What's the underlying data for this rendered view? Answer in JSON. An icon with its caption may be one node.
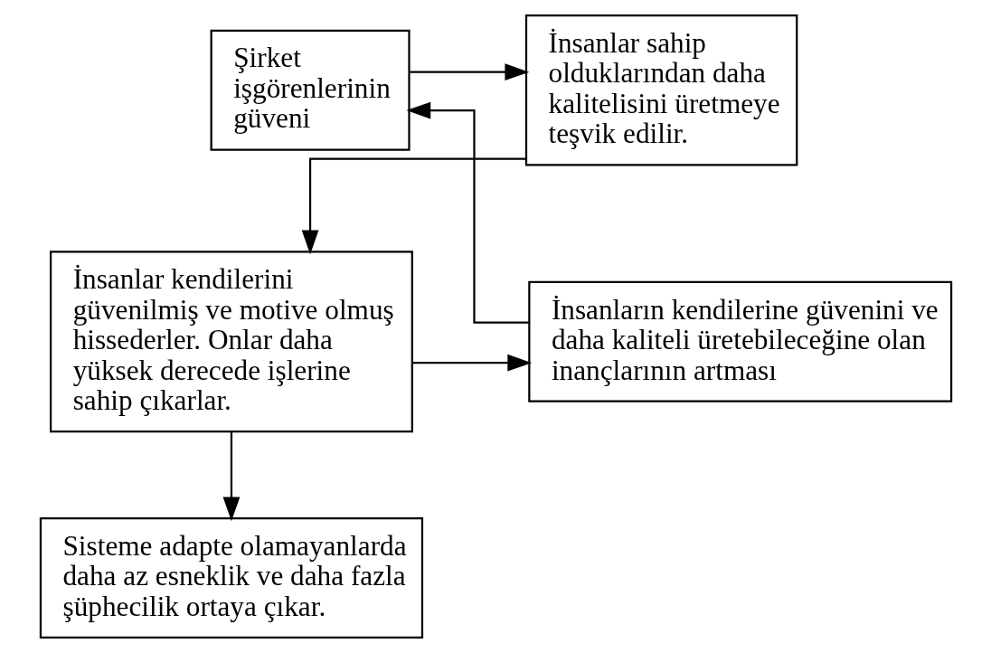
{
  "diagram": {
    "nodes": [
      {
        "text": [
          "Şirket işgörenlerinin güveni"
        ]
      },
      {
        "text": [
          "İnsanlar sahip olduklarından daha kalitelisini üretmeye teşvik edilir."
        ]
      },
      {
        "text": [
          "İnsanlar kendilerini güvenilmiş ve motive olmuş hissederler. Onlar daha yüksek derecede işlerine sahip çıkarlar."
        ]
      },
      {
        "text": [
          "İnsanların kendilerine güvenini ve daha kaliteli üretebileceğine olan inançlarının artması"
        ]
      },
      {
        "text": [
          "Sisteme adapte olamayanlarda daha az esneklik ve daha fazla şüphecilik ortaya çıkar."
        ]
      }
    ],
    "edges": [
      {
        "from": 0,
        "to": 1,
        "arrow": "to"
      },
      {
        "from": 1,
        "to": 2,
        "arrow": "to"
      },
      {
        "from": 2,
        "to": 3,
        "arrow": "to"
      },
      {
        "from": 3,
        "to": 0,
        "arrow": "to"
      },
      {
        "from": 2,
        "to": 4,
        "arrow": "to"
      }
    ]
  }
}
